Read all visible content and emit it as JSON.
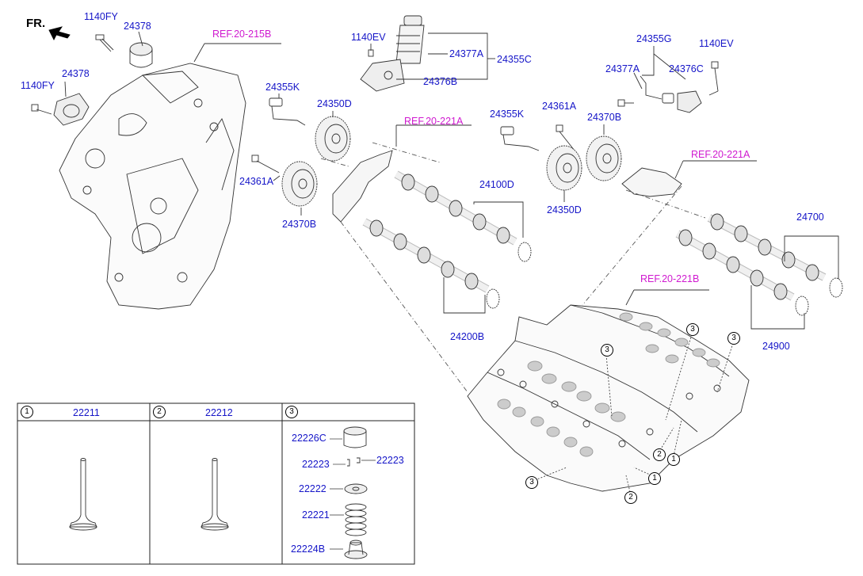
{
  "direction_label": "FR.",
  "references": {
    "r1": "REF.20-215B",
    "r2": "REF.20-221A",
    "r3": "REF.20-221A",
    "r4": "REF.20-221B"
  },
  "labels": {
    "l1140fy_a": "1140FY",
    "l24378_a": "24378",
    "l1140fy_b": "1140FY",
    "l24378_b": "24378",
    "l1140ev_a": "1140EV",
    "l24377a_a": "24377A",
    "l24355c": "24355C",
    "l24376b": "24376B",
    "l24355k_a": "24355K",
    "l24350d_a": "24350D",
    "l24361a_a": "24361A",
    "l24370b_a": "24370B",
    "l24100d": "24100D",
    "l24200b": "24200B",
    "l24355g": "24355G",
    "l1140ev_b": "1140EV",
    "l24377a_b": "24377A",
    "l24376c": "24376C",
    "l24355k_b": "24355K",
    "l24361a_b": "24361A",
    "l24370b_b": "24370B",
    "l24350d_b": "24350D",
    "l24700": "24700",
    "l24900": "24900"
  },
  "callouts": {
    "c3a": "3",
    "c3b": "3",
    "c3c": "3",
    "c3d": "3",
    "c2a": "2",
    "c1a": "1",
    "c1b": "1",
    "c2b": "2"
  },
  "table": {
    "col1_num": "1",
    "col1_part": "22211",
    "col2_num": "2",
    "col2_part": "22212",
    "col3_num": "3",
    "col3_parts": {
      "p22226c": "22226C",
      "p22223a": "22223",
      "p22223b": "22223",
      "p22222": "22222",
      "p22221": "22221",
      "p22224b": "22224B"
    }
  }
}
